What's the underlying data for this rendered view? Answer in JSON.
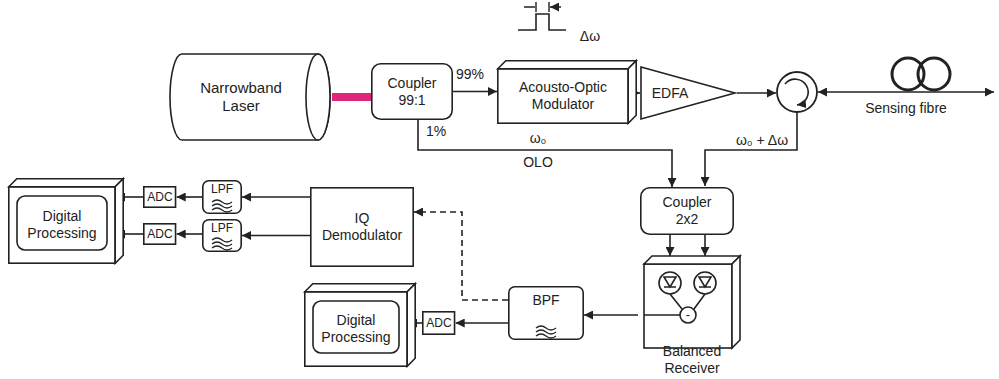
{
  "diagram": {
    "nodes": [
      {
        "text": [
          "Narrowband Laser"
        ]
      },
      {
        "text": [
          "Coupler 99:1"
        ]
      },
      {
        "text": [
          "Acousto-Optic Modulator"
        ]
      },
      {
        "text": [
          "EDFA"
        ]
      },
      {
        "text": [
          "Coupler 2x2"
        ]
      },
      {
        "text": [
          "Balanced Receiver"
        ]
      },
      {
        "text": [
          "BPF"
        ]
      },
      {
        "text": [
          "ADC"
        ]
      },
      {
        "text": [
          "Digital Processing"
        ]
      },
      {
        "text": [
          "IQ Demodulator"
        ]
      },
      {
        "text": [
          "LPF"
        ]
      },
      {
        "text": [
          "LPF"
        ]
      },
      {
        "text": [
          "ADC"
        ]
      },
      {
        "text": [
          "ADC"
        ]
      },
      {
        "text": [
          "Digital Processing"
        ]
      }
    ],
    "edges": [
      {
        "from": 0,
        "to": 1,
        "arrow": "none"
      },
      {
        "from": 1,
        "to": 2,
        "arrow": "to"
      },
      {
        "from": 2,
        "to": 3,
        "arrow": "to"
      },
      {
        "from": 1,
        "to": 4,
        "arrow": "to"
      },
      {
        "from": 4,
        "to": 5,
        "arrow": "to"
      },
      {
        "from": 4,
        "to": 5,
        "arrow": "to"
      },
      {
        "from": 5,
        "to": 6,
        "arrow": "to"
      },
      {
        "from": 6,
        "to": 7,
        "arrow": "to"
      },
      {
        "from": 7,
        "to": 8,
        "arrow": "to"
      },
      {
        "from": 6,
        "to": 9,
        "arrow": "to"
      },
      {
        "from": 9,
        "to": 10,
        "arrow": "to"
      },
      {
        "from": 9,
        "to": 11,
        "arrow": "to"
      },
      {
        "from": 10,
        "to": 12,
        "arrow": "to"
      },
      {
        "from": 11,
        "to": 13,
        "arrow": "to"
      },
      {
        "from": 12,
        "to": 14,
        "arrow": "to"
      },
      {
        "from": 13,
        "to": 14,
        "arrow": "to"
      }
    ],
    "labels": [
      "Δω",
      "99%",
      "1%",
      "ω₀",
      "OLO",
      "ω₀ + Δω",
      "Sensing fibre",
      "-"
    ]
  }
}
